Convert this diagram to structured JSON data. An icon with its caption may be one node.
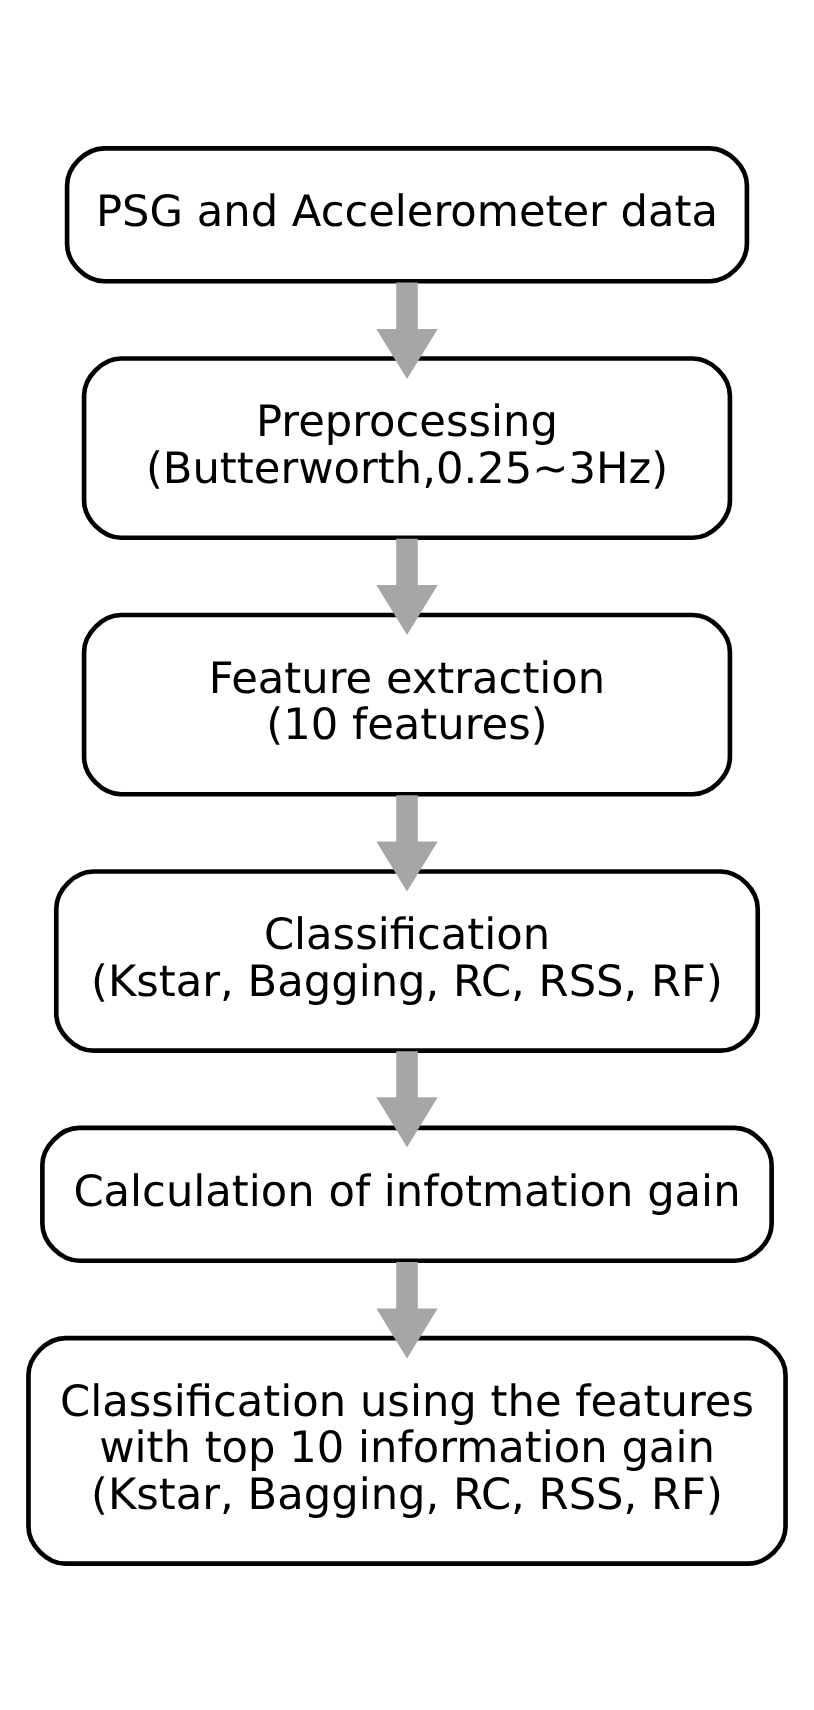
{
  "diagram": {
    "nodes": [
      {
        "text": [
          "PSG and Accelerometer data"
        ]
      },
      {
        "text": [
          "Preprocessing",
          "(Butterworth,0.25~3Hz)"
        ]
      },
      {
        "text": [
          "Feature extraction",
          "(10 features)"
        ]
      },
      {
        "text": [
          "Classification",
          "(Kstar, Bagging, RC, RSS, RF)"
        ]
      },
      {
        "text": [
          "Calculation of infotmation gain"
        ]
      },
      {
        "text": [
          "Classification using the features with top 10 information gain",
          "(Kstar, Bagging, RC, RSS, RF)"
        ]
      }
    ],
    "edges": [
      {
        "from": 0,
        "to": 1,
        "arrow": "to"
      },
      {
        "from": 1,
        "to": 2,
        "arrow": "to"
      },
      {
        "from": 2,
        "to": 3,
        "arrow": "to"
      },
      {
        "from": 3,
        "to": 4,
        "arrow": "to"
      },
      {
        "from": 4,
        "to": 5,
        "arrow": "to"
      }
    ]
  }
}
